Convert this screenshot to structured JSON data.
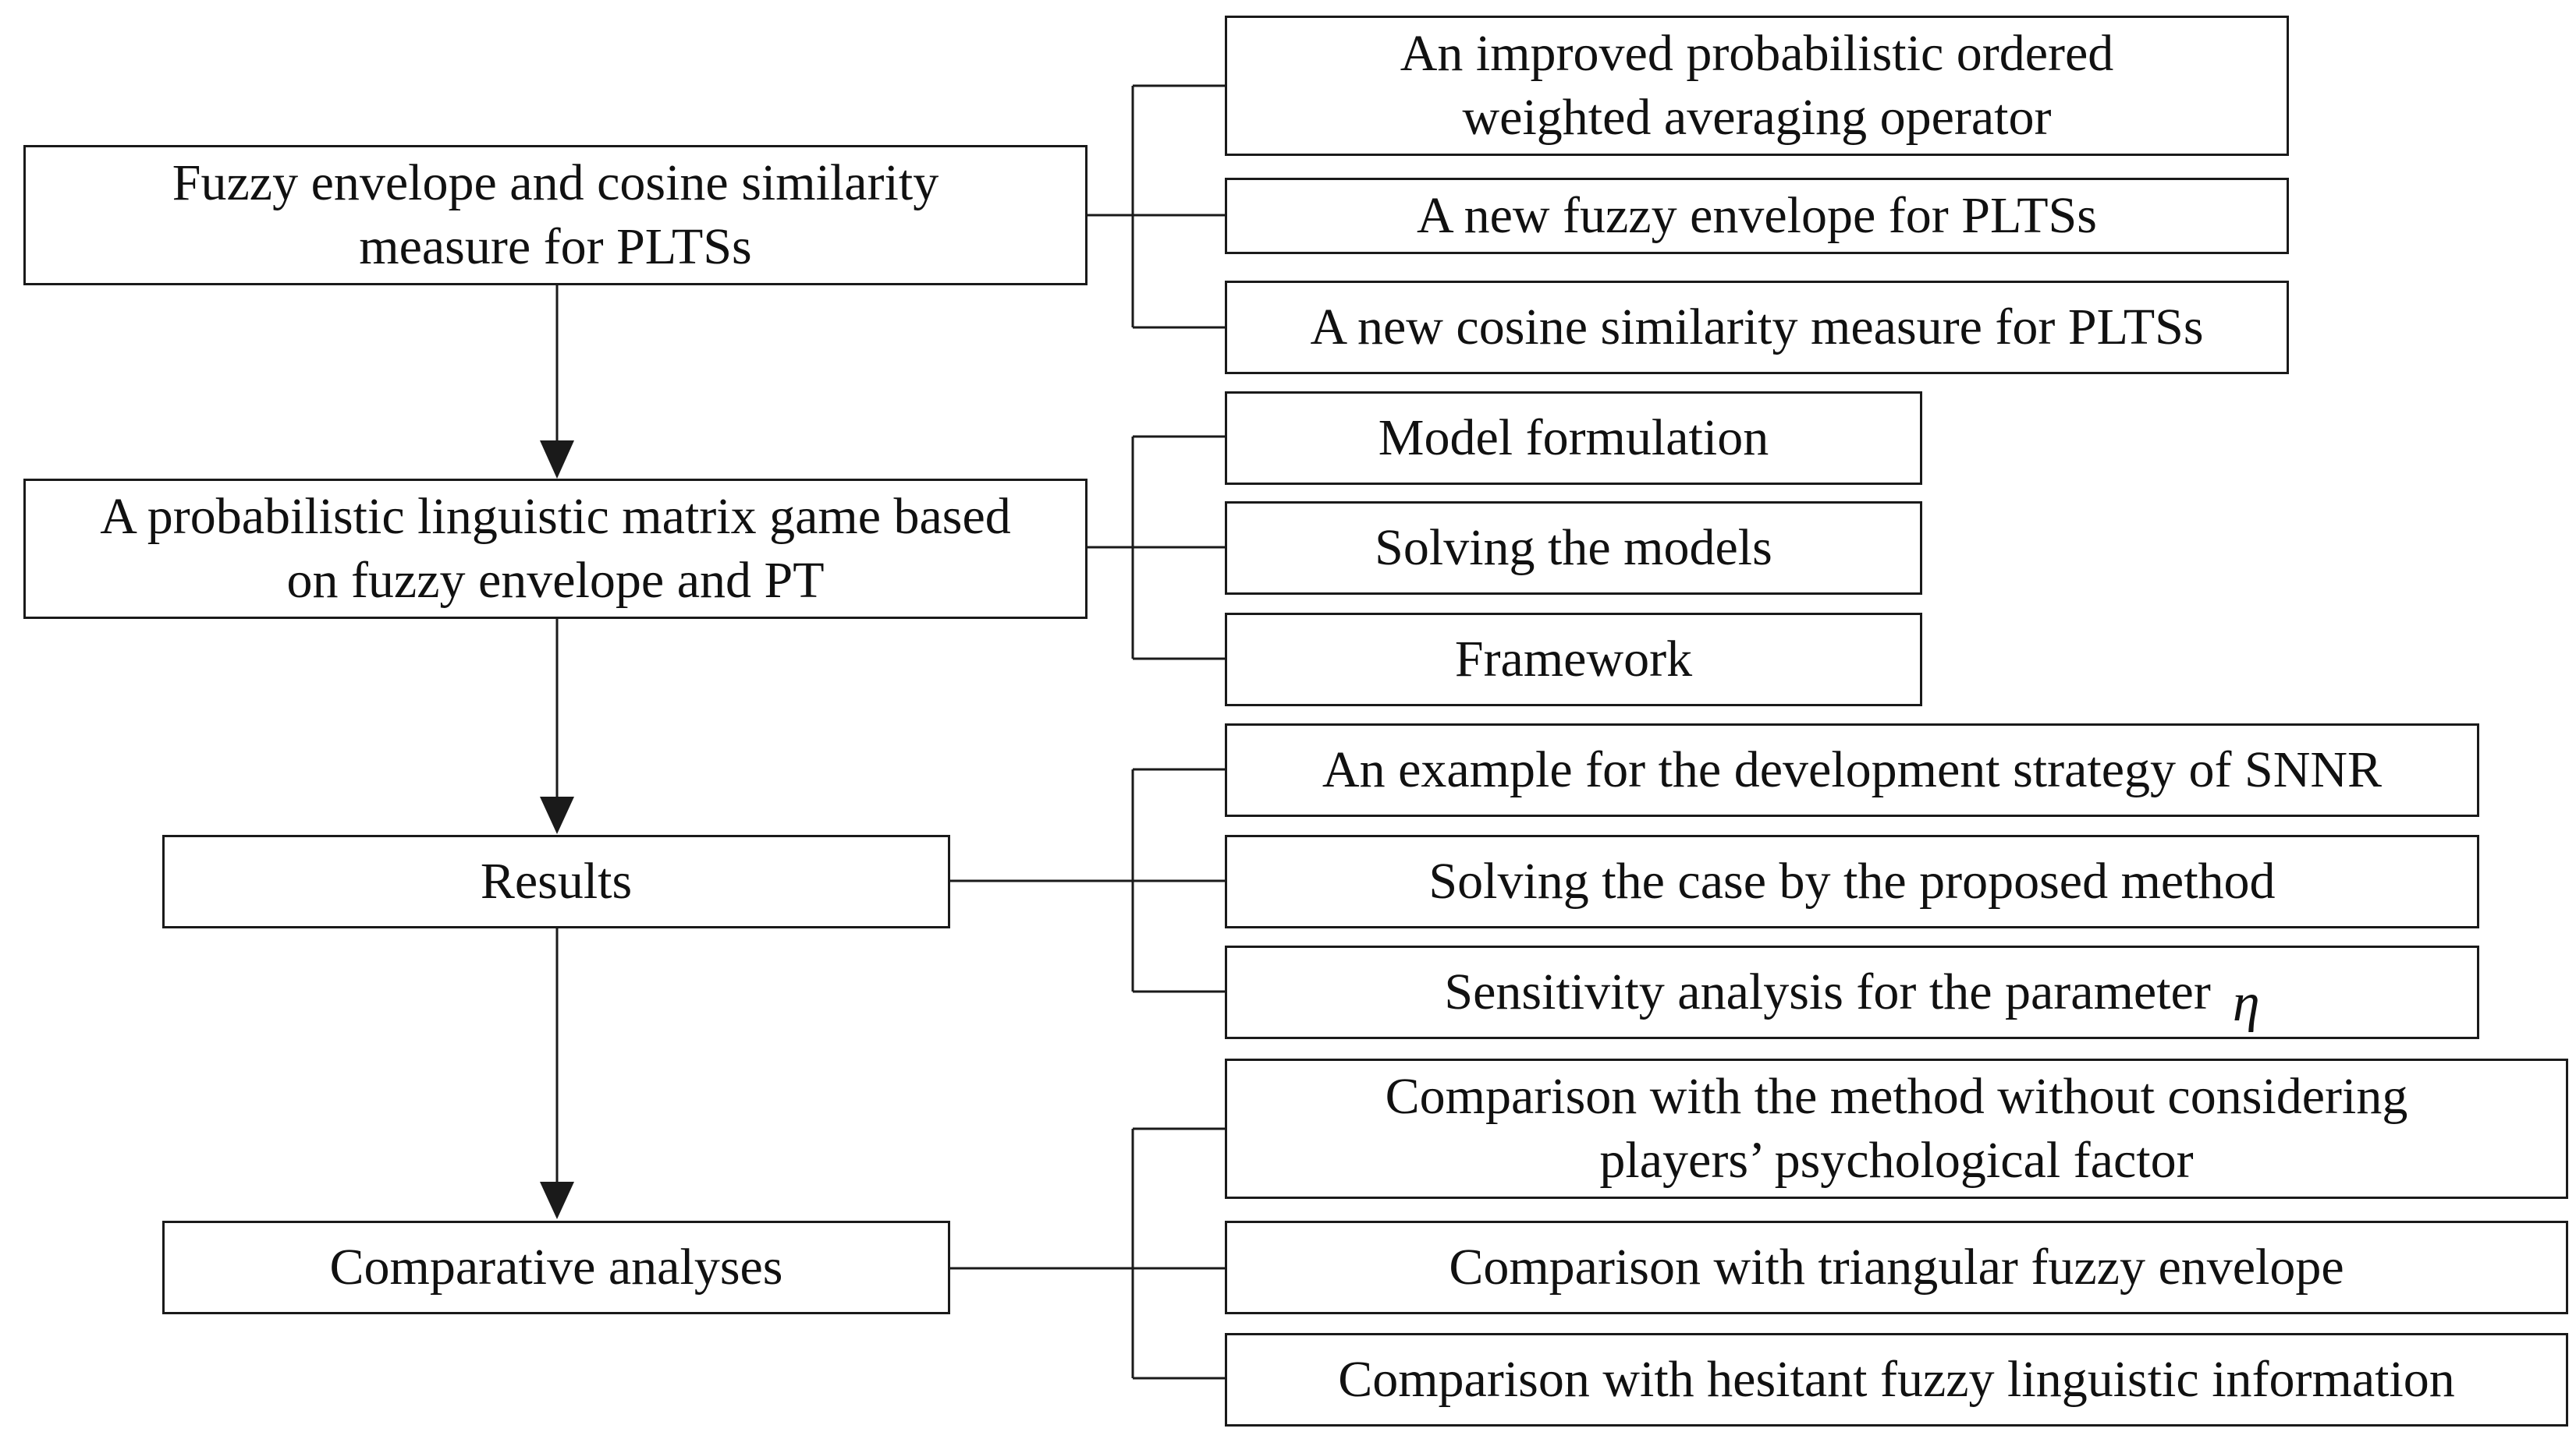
{
  "main_steps": [
    {
      "id": "fuzzy",
      "label": "Fuzzy envelope and cosine similarity\nmeasure for PLTSs"
    },
    {
      "id": "game",
      "label": "A probabilistic linguistic matrix game based\non fuzzy envelope and PT"
    },
    {
      "id": "results",
      "label": "Results"
    },
    {
      "id": "comparative",
      "label": "Comparative analyses"
    }
  ],
  "sub_items": {
    "fuzzy": [
      "An improved probabilistic ordered\nweighted averaging operator",
      "A new fuzzy envelope for PLTSs",
      "A new cosine similarity measure for PLTSs"
    ],
    "game": [
      "Model formulation",
      "Solving the models",
      "Framework"
    ],
    "results": [
      "An example for the development strategy of SNNR",
      "Solving the case by the proposed method",
      "Sensitivity analysis for the parameter"
    ],
    "comparative": [
      "Comparison with the method without considering\nplayers’ psychological factor",
      "Comparison with triangular fuzzy envelope",
      "Comparison with hesitant fuzzy linguistic information"
    ]
  },
  "parameter_symbol": "η",
  "colors": {
    "stroke": "#1a1a1a",
    "background": "#ffffff",
    "text": "#111111"
  }
}
